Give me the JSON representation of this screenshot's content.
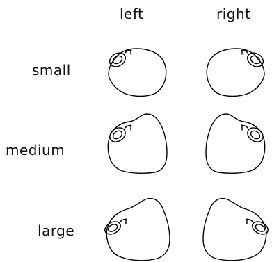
{
  "columns": [
    "left",
    "right"
  ],
  "rows": [
    {
      "label": "small"
    },
    {
      "label": "medium"
    },
    {
      "label": "large"
    }
  ]
}
